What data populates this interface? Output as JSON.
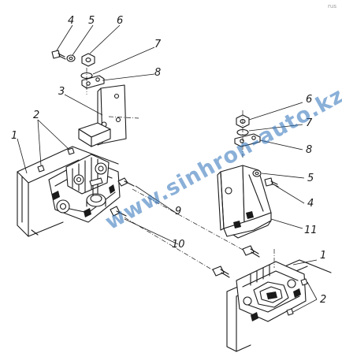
{
  "callouts": [
    {
      "id": "c4a",
      "label": "4"
    },
    {
      "id": "c5a",
      "label": "5"
    },
    {
      "id": "c6a",
      "label": "6"
    },
    {
      "id": "c7a",
      "label": "7"
    },
    {
      "id": "c8a",
      "label": "8"
    },
    {
      "id": "c3",
      "label": "3"
    },
    {
      "id": "c2a",
      "label": "2"
    },
    {
      "id": "c1a",
      "label": "1"
    },
    {
      "id": "c6b",
      "label": "6"
    },
    {
      "id": "c7b",
      "label": "7"
    },
    {
      "id": "c8b",
      "label": "8"
    },
    {
      "id": "c5b",
      "label": "5"
    },
    {
      "id": "c4b",
      "label": "4"
    },
    {
      "id": "c9",
      "label": "9"
    },
    {
      "id": "c11",
      "label": "11"
    },
    {
      "id": "c10",
      "label": "10"
    },
    {
      "id": "c1b",
      "label": "1"
    },
    {
      "id": "c2b",
      "label": "2"
    }
  ],
  "watermark": "www.sinhron-auto.kz",
  "corner_mark": "rus"
}
